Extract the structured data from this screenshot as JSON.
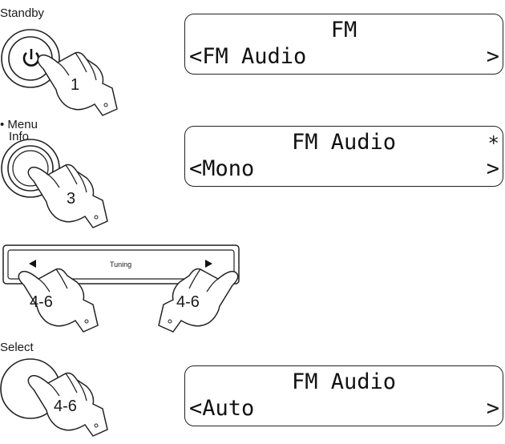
{
  "steps": {
    "standby": {
      "label": "Standby",
      "step": "1"
    },
    "menu": {
      "label_line1": "• Menu",
      "label_line2": "Info",
      "step": "3"
    },
    "tuning": {
      "label": "Tuning",
      "step_left": "4-6",
      "step_right": "4-6"
    },
    "select": {
      "label": "Select",
      "step": "4-6"
    }
  },
  "displays": [
    {
      "line1": "FM",
      "line2": "<FM Audio",
      "right_marker": ">"
    },
    {
      "line1": "FM Audio",
      "line2": "<Mono",
      "right_marker": ">",
      "flag": "*"
    },
    {
      "line1": "FM Audio",
      "line2": "<Auto",
      "right_marker": ">"
    }
  ]
}
